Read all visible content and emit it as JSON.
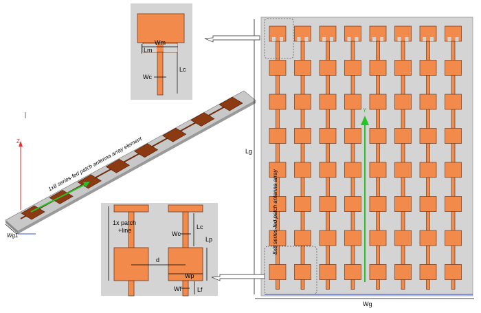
{
  "colors": {
    "patch": "#f28a4c",
    "patch_stroke": "#6a3a1e",
    "substrate": "#c8c8c8",
    "panel_bg": "#d4d4d4",
    "dark_patch": "#8b3a12",
    "feed_arrow": "#27c227",
    "axis_z": "#e03030"
  },
  "top_inset": {
    "labels": {
      "wm": "Wm",
      "lm": "Lm",
      "wc": "Wc",
      "lc": "Lc"
    }
  },
  "iso_view": {
    "array_label": "1x8 series-fed patch antenna array element",
    "axis_label": "Z",
    "width_label": "Wg1"
  },
  "bottom_inset": {
    "labels": {
      "patch_line": "1x patch\n+line",
      "patch_line_1": "1x patch",
      "patch_line_2": "+line",
      "lc": "Lc",
      "wc": "Wc",
      "lp": "Lp",
      "d": "d",
      "wp": "Wp",
      "wf": "Wf",
      "lf": "Lf"
    }
  },
  "array_view": {
    "columns": 8,
    "rows": 8,
    "vertical_label": "8x8 series-fed patch antenna array",
    "lg_label": "Lg",
    "wg_label": "Wg",
    "y_axis_label": "Y"
  }
}
